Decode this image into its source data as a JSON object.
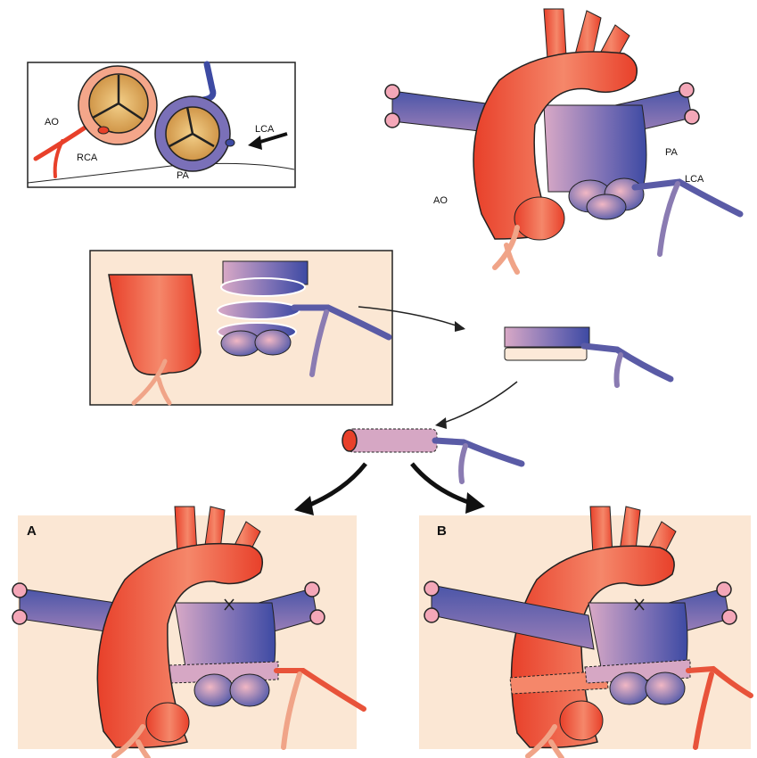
{
  "labels": {
    "inset_ao": "AO",
    "inset_rca": "RCA",
    "inset_lca": "LCA",
    "inset_pa": "PA",
    "main_pa": "PA",
    "main_lca": "LCA",
    "main_ao": "AO",
    "panel_a": "A",
    "panel_b": "B"
  },
  "colors": {
    "aorta": "#e8533a",
    "aorta_light": "#f7b39a",
    "pulmonary": "#4a55a8",
    "pulmonary_light": "#d6a7c4",
    "panel_bg": "#fbe7d4",
    "outline": "#1a1a1a"
  }
}
